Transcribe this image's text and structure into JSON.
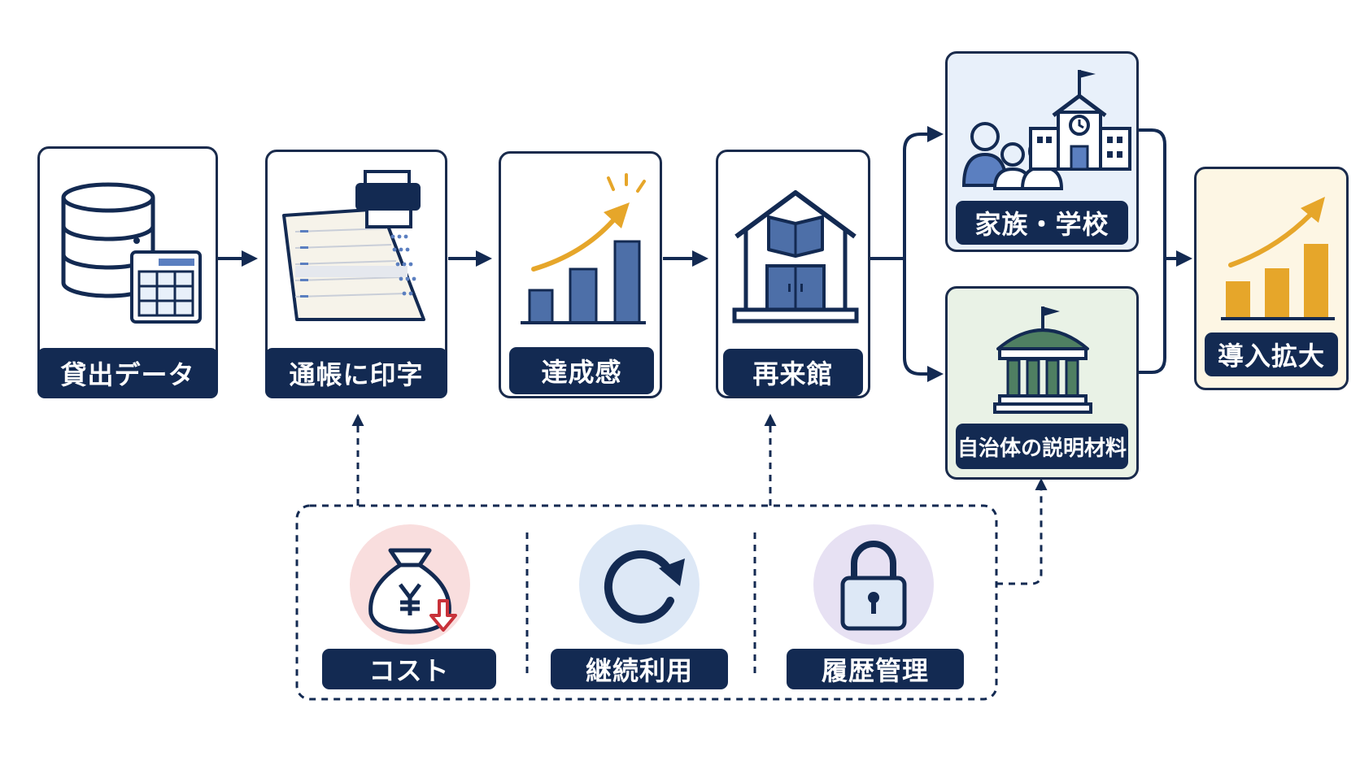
{
  "flow": {
    "lending_data": "貸出データ",
    "passbook_print": "通帳に印字",
    "achievement": "達成感",
    "revisit": "再来館",
    "family_school": "家族・学校",
    "municipality_material": "自治体の説明材料",
    "adoption_growth": "導入拡大"
  },
  "factors": {
    "cost": "コスト",
    "continued_use": "継続利用",
    "history": "履歴管理"
  },
  "icons": {
    "database": "database-icon",
    "table": "table-icon",
    "passbook_printer": "passbook-printer-icon",
    "growth_chart": "growth-chart-icon",
    "library": "library-building-icon",
    "family": "family-icon",
    "school": "school-icon",
    "city_hall": "city-hall-icon",
    "money_bag": "yen-money-bag-icon",
    "refresh": "refresh-icon",
    "lock": "lock-icon"
  },
  "colors": {
    "navy": "#132a52",
    "chart_blue": "#4d6fa8",
    "gold": "#e6a62a",
    "pink_circle": "#f9dede",
    "blue_circle": "#dde8f6",
    "purple_circle": "#e7e1f3",
    "down_arrow_red": "#c8323a"
  }
}
